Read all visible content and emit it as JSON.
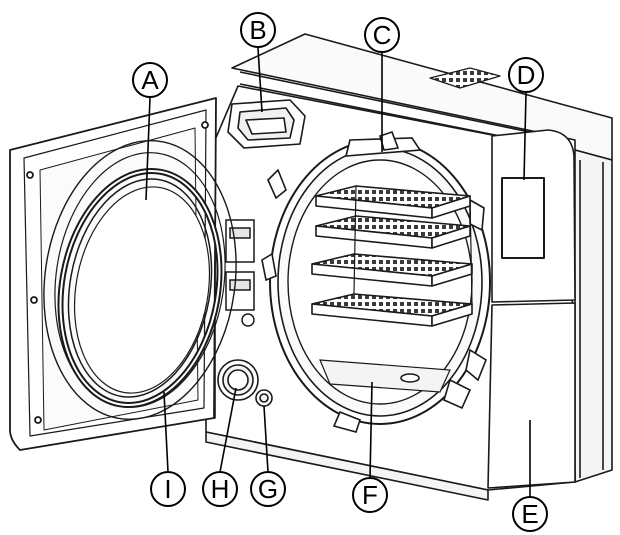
{
  "diagram": {
    "colors": {
      "line": "#1a1a1a",
      "fill": "#ffffff",
      "shade": "#f2f2f2",
      "tray": "#3a3a3a"
    },
    "callouts": [
      {
        "id": "A",
        "label": "A"
      },
      {
        "id": "B",
        "label": "B"
      },
      {
        "id": "C",
        "label": "C"
      },
      {
        "id": "D",
        "label": "D"
      },
      {
        "id": "E",
        "label": "E"
      },
      {
        "id": "F",
        "label": "F"
      },
      {
        "id": "G",
        "label": "G"
      },
      {
        "id": "H",
        "label": "H"
      },
      {
        "id": "I",
        "label": "I"
      }
    ]
  }
}
